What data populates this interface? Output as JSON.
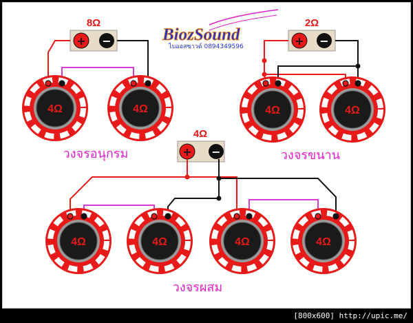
{
  "brand": {
    "name": "BiozSound",
    "subtitle": "ไบออสซาวด์ 0894349596"
  },
  "colors": {
    "speaker_red": "#e81919",
    "speaker_dark": "#1a1a1a",
    "positive_wire": "#e81919",
    "negative_wire": "#111111",
    "bridge_wire": "#d63bd6",
    "label_pink": "#e020c8",
    "terminal_box": "#e8dcc8"
  },
  "diagrams": [
    {
      "id": "series",
      "total_impedance": "8Ω",
      "caption": "วงจรอนุกรม",
      "terminals": {
        "positive": "+",
        "negative": "−"
      },
      "speakers": [
        "4Ω",
        "4Ω"
      ]
    },
    {
      "id": "parallel",
      "total_impedance": "2Ω",
      "caption": "วงจรขนาน",
      "terminals": {
        "positive": "+",
        "negative": "−"
      },
      "speakers": [
        "4Ω",
        "4Ω"
      ]
    },
    {
      "id": "mixed",
      "total_impedance": "4Ω",
      "caption": "วงจรผสม",
      "terminals": {
        "positive": "+",
        "negative": "−"
      },
      "speakers": [
        "4Ω",
        "4Ω",
        "4Ω",
        "4Ω"
      ]
    }
  ],
  "footer": {
    "text": "[800x600] http://upic.me/"
  }
}
